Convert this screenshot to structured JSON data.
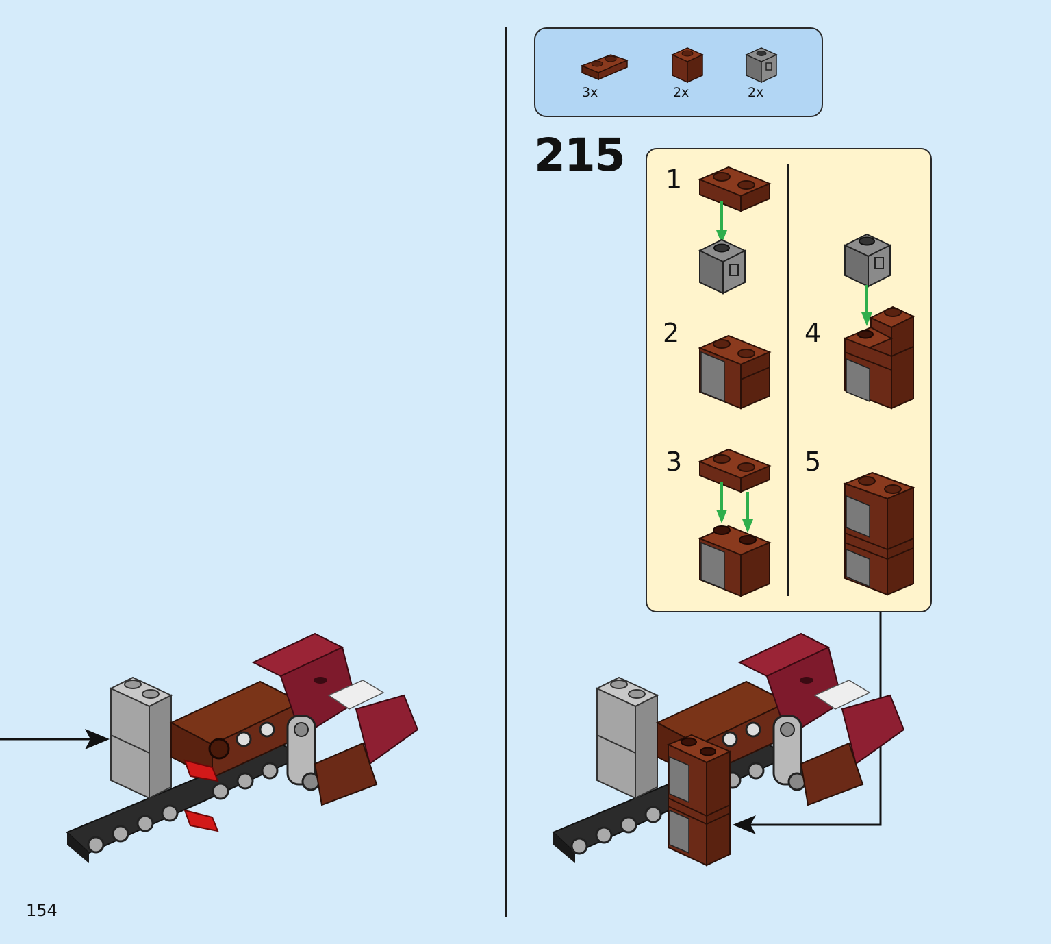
{
  "page": {
    "number": "154"
  },
  "step": {
    "number": "215"
  },
  "parts": [
    {
      "quantity": "3x",
      "part": "plate-1x2-reddish-brown"
    },
    {
      "quantity": "2x",
      "part": "brick-1x1-reddish-brown"
    },
    {
      "quantity": "2x",
      "part": "brick-1x1-with-clip-dark-gray"
    }
  ],
  "substeps": [
    {
      "number": "1"
    },
    {
      "number": "2"
    },
    {
      "number": "3"
    },
    {
      "number": "4"
    },
    {
      "number": "5"
    }
  ],
  "colors": {
    "background": "#d5ebfa",
    "parts_box": "#b2d6f4",
    "substeps_box": "#fff4cc",
    "reddish_brown": "#6b2a17",
    "dark_red": "#7e1a2c",
    "dark_gray": "#7a7a7a",
    "light_gray": "#b4b4b4",
    "arrow_green": "#2fae4c",
    "axle_red": "#d21919"
  }
}
